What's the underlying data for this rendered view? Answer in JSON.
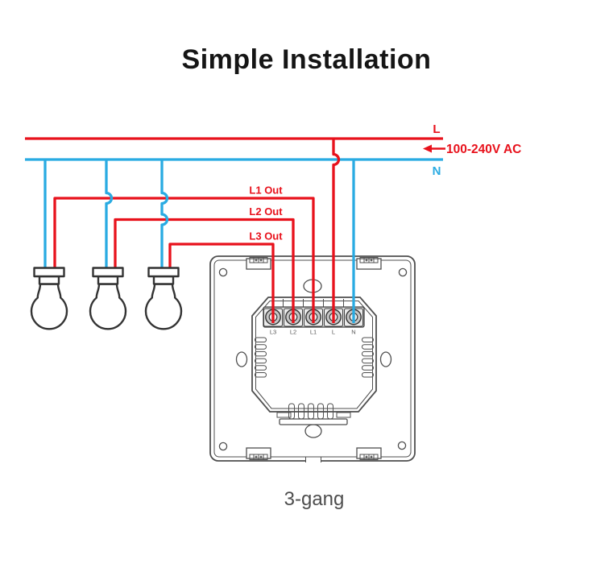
{
  "title": "Simple Installation",
  "caption": "3-gang",
  "supply": {
    "live_label": "L",
    "neutral_label": "N",
    "voltage_label": "100-240V AC"
  },
  "outputs": [
    {
      "label": "L1 Out"
    },
    {
      "label": "L2 Out"
    },
    {
      "label": "L3 Out"
    }
  ],
  "switch": {
    "terminals": [
      {
        "label": "L3"
      },
      {
        "label": "L2"
      },
      {
        "label": "L1"
      },
      {
        "label": "L"
      },
      {
        "label": "N"
      }
    ]
  },
  "colors": {
    "live": "#e8121c",
    "neutral": "#29abe2",
    "outline": "#4f4f4f",
    "text": "#151515"
  }
}
